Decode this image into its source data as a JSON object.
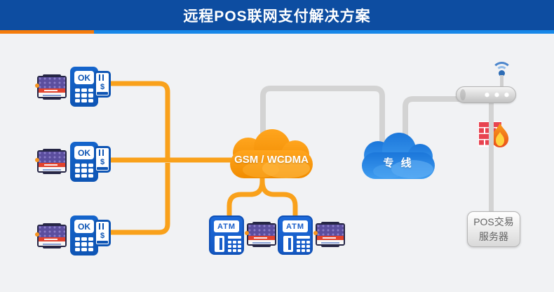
{
  "header": {
    "title": "远程POS联网支付解决方案"
  },
  "network": {
    "pos_terminals": [
      {
        "screen_label": "OK",
        "card_symbol": "$"
      },
      {
        "screen_label": "OK",
        "card_symbol": "$"
      },
      {
        "screen_label": "OK",
        "card_symbol": "$"
      }
    ],
    "atm_terminals": [
      {
        "screen_label": "ATM"
      },
      {
        "screen_label": "ATM"
      }
    ],
    "gsm_cloud": {
      "label": "GSM / WCDMA"
    },
    "leased_line_cloud": {
      "label": "专 线"
    },
    "server": {
      "line1": "POS交易",
      "line2": "服务器"
    }
  },
  "colors": {
    "header_bg": "#0d4da1",
    "stripe_orange": "#f57c0b",
    "stripe_blue": "#1787e8",
    "body_bg": "#f1f2f4",
    "line_orange": "#f9a11b",
    "line_gray": "#d3d3d3",
    "pos_blue": "#0e55b4",
    "atm_blue": "#1a63d4",
    "cloud_orange": "#f79400",
    "cloud_blue": "#2b8ae2",
    "firewall_red": "#e84350"
  }
}
